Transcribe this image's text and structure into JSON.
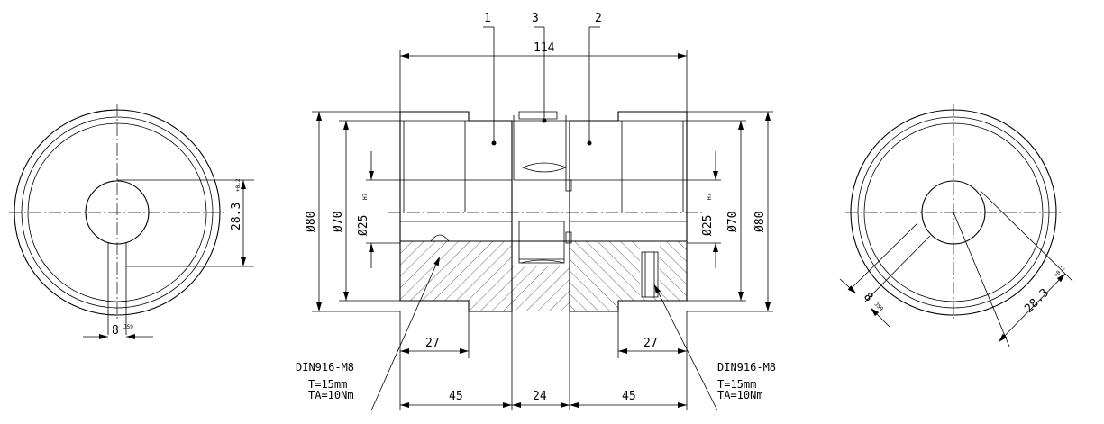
{
  "callouts": {
    "part_1": "1",
    "part_3": "3",
    "part_2": "2"
  },
  "dimensions": {
    "overall_length": "114",
    "diameter_80": "Ø80",
    "diameter_70": "Ø70",
    "bore": "Ø25",
    "bore_tolerance": "H7",
    "hub_27": "27",
    "hub_45": "45",
    "spider_24": "24",
    "keyway_depth": "28.3",
    "keyway_depth_tolerance": "+0.2",
    "keyway_width": "8",
    "keyway_width_tolerance": "JS9"
  },
  "screw_note": {
    "spec": "DIN916-M8",
    "depth": "T=15mm",
    "torque": "TA=10Nm"
  }
}
